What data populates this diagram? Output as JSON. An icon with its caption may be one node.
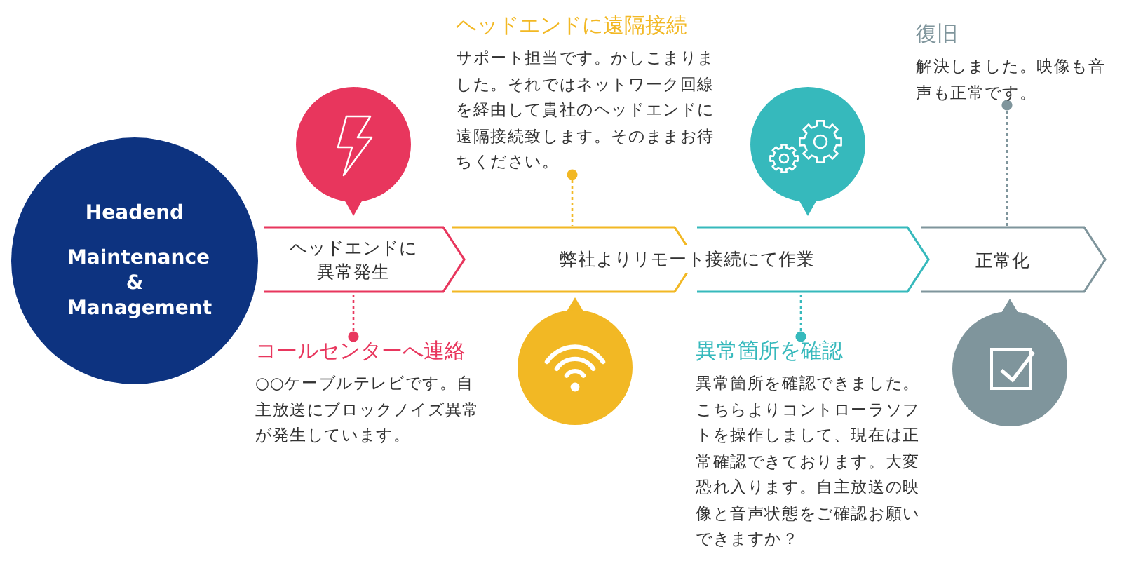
{
  "diagram": {
    "nodes": [
      {
        "text": [
          "Headend",
          "Maintenance & Management"
        ]
      },
      {
        "text": [
          "ヘッドエンドに異常発生"
        ]
      },
      {
        "text": [],
        "shape": "chevron"
      },
      {
        "text": [],
        "shape": "chevron"
      },
      {
        "text": [
          "正常化"
        ]
      },
      {
        "text": [
          "ヘッドエンドに遠隔接続",
          "サポート担当です。かしこまりました。それではネットワーク回線を経由して貴社のヘッドエンドに遠隔接続致します。そのままお待ちください。"
        ]
      },
      {
        "text": [
          "復旧",
          "解決しました。映像も音声も正常です。"
        ]
      },
      {
        "text": [
          "コールセンターへ連絡",
          "○○ケーブルテレビです。自主放送にブロックノイズ異常が発生しています。"
        ]
      },
      {
        "text": [
          "異常箇所を確認",
          "異常箇所を確認できました。こちらよりコントローラソフトを操作しまして、現在は正常確認できております。大変恐れ入ります。自主放送の映像と音声状態をご確認お願いできますか？"
        ]
      }
    ],
    "edges": [
      {
        "from": 5,
        "to": 2,
        "arrow": "other",
        "style": "dashed",
        "color": "#f2b824"
      },
      {
        "from": 6,
        "to": 4,
        "arrow": "other",
        "style": "dashed",
        "color": "#7f959c"
      },
      {
        "from": 7,
        "to": 1,
        "arrow": "other",
        "style": "dashed",
        "color": "#e8365d"
      },
      {
        "from": 8,
        "to": 3,
        "arrow": "other",
        "style": "dashed",
        "color": "#36b9bc"
      }
    ],
    "labels": [
      "弊社よりリモート接続にて作業"
    ]
  }
}
